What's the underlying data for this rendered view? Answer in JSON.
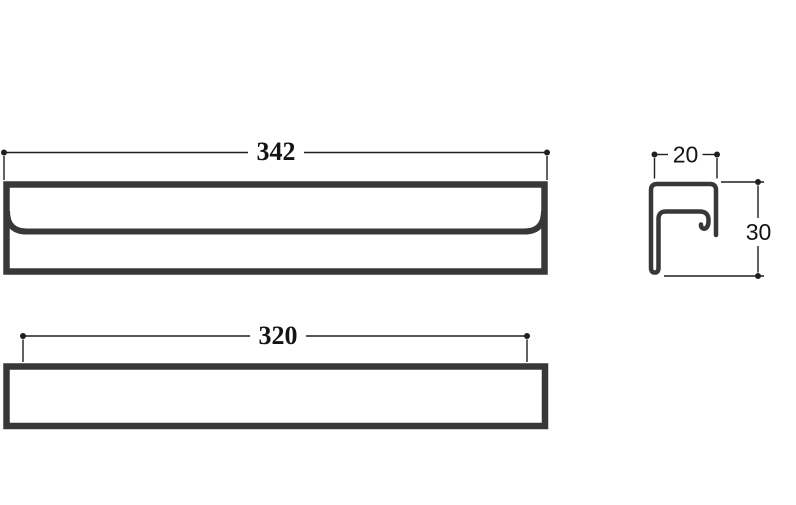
{
  "drawing": {
    "type": "technical-dimension-drawing",
    "subject": "handle-profile",
    "background_color": "#ffffff",
    "outline_color": "#38383a",
    "dimension_line_color": "#1f1f1f",
    "text_color": "#141414",
    "views": {
      "front": {
        "label": "front-view",
        "dimension_label": "342"
      },
      "plan": {
        "label": "plan-view",
        "dimension_label": "320"
      },
      "side": {
        "label": "side-section-view",
        "width_label": "20",
        "height_label": "30"
      }
    }
  }
}
